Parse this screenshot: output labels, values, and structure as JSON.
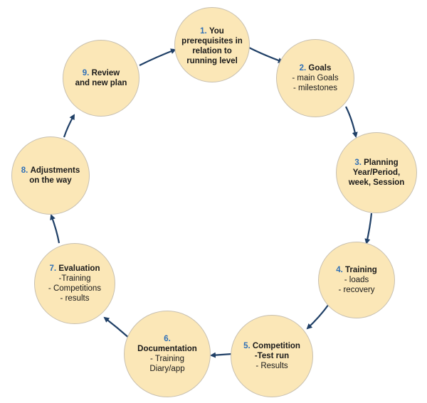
{
  "nodes": [
    {
      "number": "1.",
      "title": "You",
      "lines": [
        {
          "text": "prerequisites in",
          "bold": true
        },
        {
          "text": "relation to",
          "bold": true
        },
        {
          "text": "running level",
          "bold": true
        }
      ]
    },
    {
      "number": "2.",
      "title": "Goals",
      "lines": [
        {
          "text": "- main Goals",
          "bold": false
        },
        {
          "text": "- milestones",
          "bold": false
        }
      ]
    },
    {
      "number": "3.",
      "title": "Planning",
      "lines": [
        {
          "text": "Year/Period,",
          "bold": true
        },
        {
          "text": "week, Session",
          "bold": true
        }
      ]
    },
    {
      "number": "4.",
      "title": "Training",
      "lines": [
        {
          "text": "- loads",
          "bold": false
        },
        {
          "text": "- recovery",
          "bold": false
        }
      ]
    },
    {
      "number": "5.",
      "title": "Competition",
      "lines": [
        {
          "text": "-Test run",
          "bold": true
        },
        {
          "text": "- Results",
          "bold": false
        }
      ]
    },
    {
      "number": "6.",
      "title": "",
      "lines": [
        {
          "text": "Documentation",
          "bold": true
        },
        {
          "text": "- Training",
          "bold": false
        },
        {
          "text": "Diary/app",
          "bold": false
        }
      ]
    },
    {
      "number": "7.",
      "title": "Evaluation",
      "lines": [
        {
          "text": "-Training",
          "bold": false
        },
        {
          "text": "- Competitions",
          "bold": false
        },
        {
          "text": "- results",
          "bold": false
        }
      ]
    },
    {
      "number": "8.",
      "title": "Adjustments",
      "lines": [
        {
          "text": "on the way",
          "bold": true
        }
      ]
    },
    {
      "number": "9.",
      "title": "Review",
      "lines": [
        {
          "text": "and new plan",
          "bold": true
        }
      ]
    }
  ],
  "colors": {
    "node_fill": "#fbe7b7",
    "node_border": "#c8c0b0",
    "number": "#2f6fb6",
    "arrow": "#1f3f66"
  }
}
